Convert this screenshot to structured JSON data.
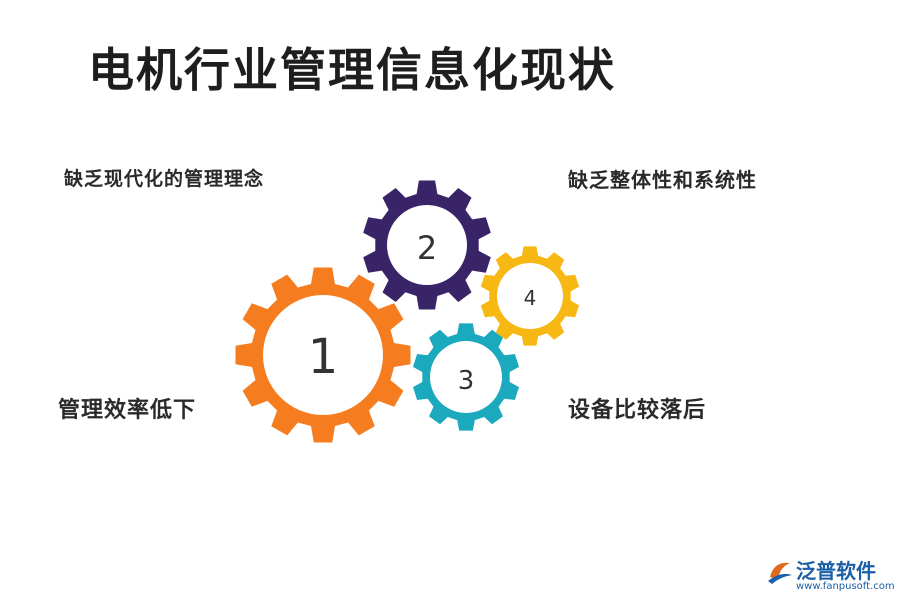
{
  "title": "电机行业管理信息化现状",
  "labels": {
    "top_left": "缺乏现代化的管理理念",
    "top_right": "缺乏整体性和系统性",
    "bottom_left": "管理效率低下",
    "bottom_right": "设备比较落后"
  },
  "gears": [
    {
      "number": "1",
      "color": "#f57c1f"
    },
    {
      "number": "2",
      "color": "#3a2468"
    },
    {
      "number": "3",
      "color": "#1ba9bd"
    },
    {
      "number": "4",
      "color": "#f7b813"
    }
  ],
  "logo": {
    "name": "泛普软件",
    "url": "www.fanpusoft.com",
    "color": "#1a5fa8"
  }
}
